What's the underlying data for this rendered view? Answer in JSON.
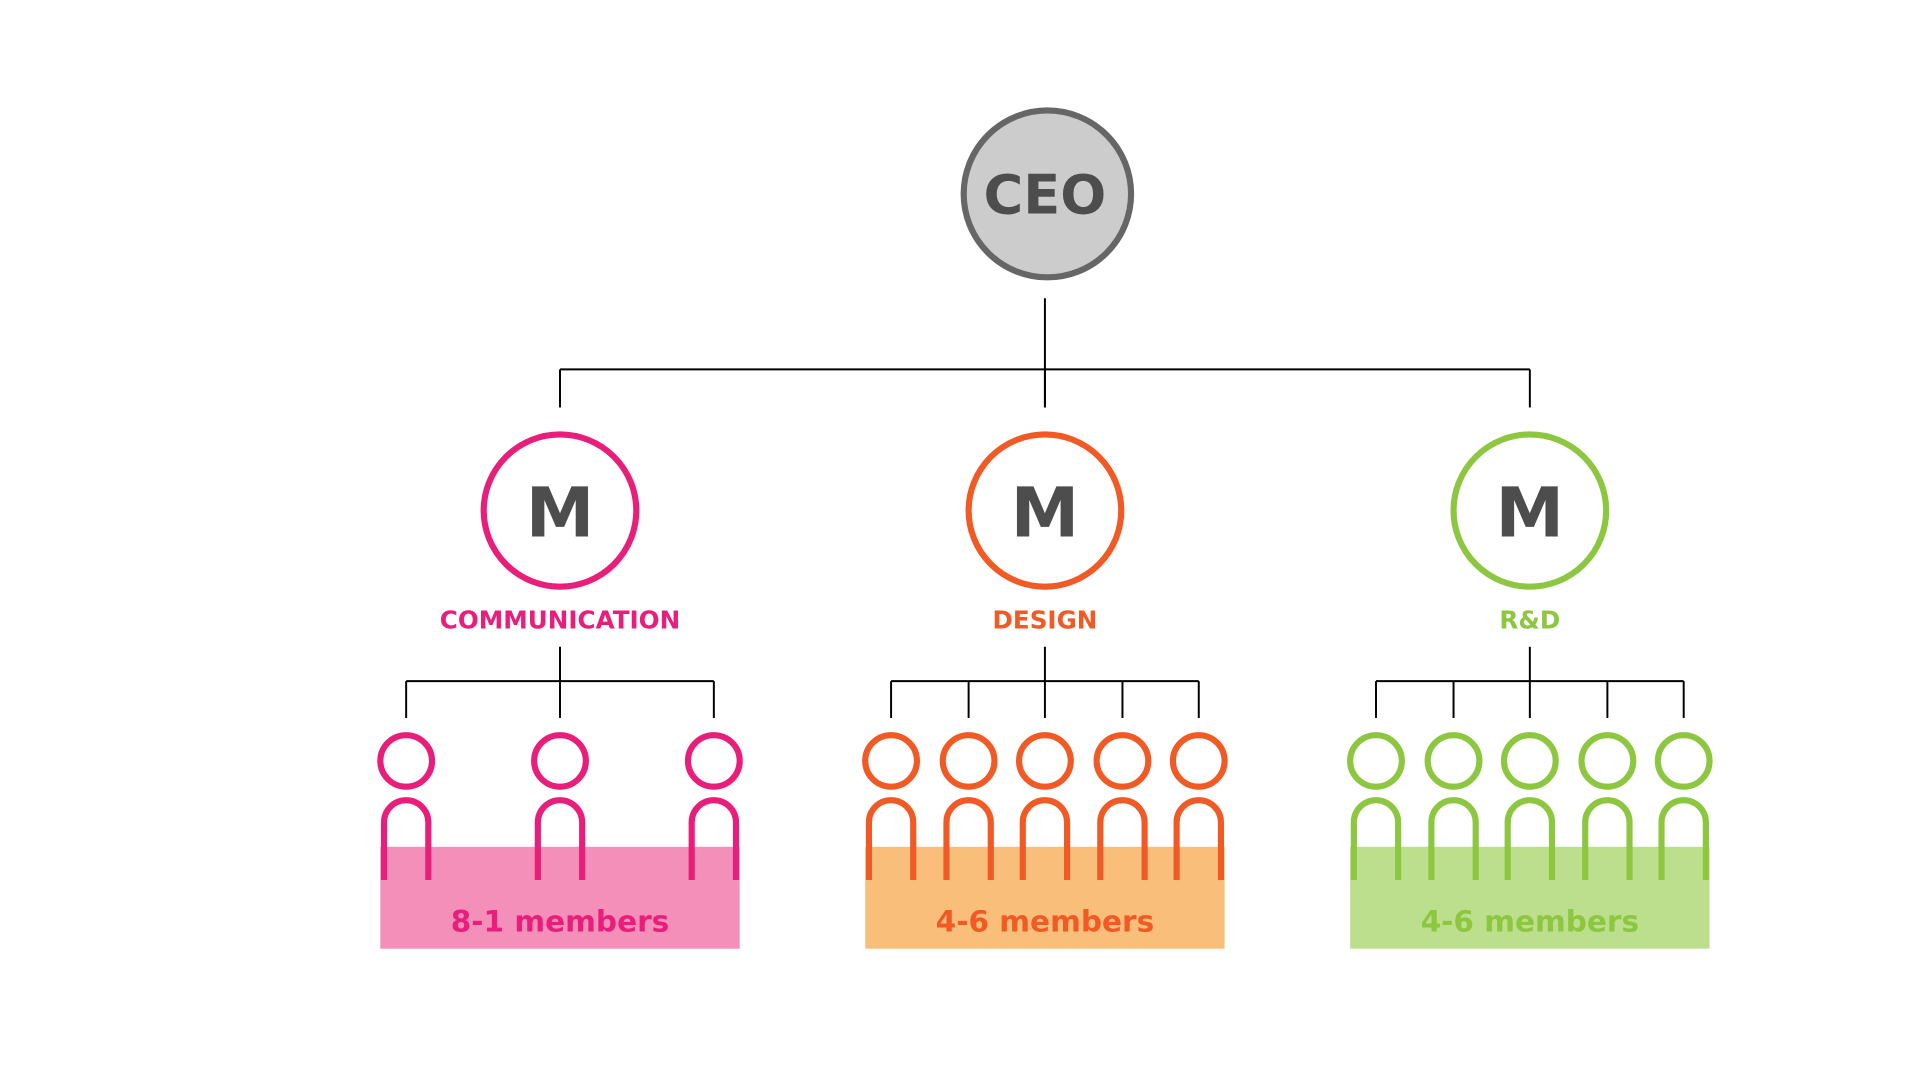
{
  "ceo": {
    "label": "CEO",
    "fill": "#cccccc",
    "stroke": "#666666",
    "text_color": "#4d4d4d"
  },
  "line_color": "#000000",
  "departments": [
    {
      "manager_label": "M",
      "name": "COMMUNICATION",
      "members_label": "8-1 members",
      "member_count": 3,
      "color": "#E91E7B",
      "box_color": "#F48FBA"
    },
    {
      "manager_label": "M",
      "name": "DESIGN",
      "members_label": "4-6 members",
      "member_count": 5,
      "color": "#F15A24",
      "box_color": "#F9BE7A"
    },
    {
      "manager_label": "M",
      "name": "R&D",
      "members_label": "4-6 members",
      "member_count": 5,
      "color": "#8DC63F",
      "box_color": "#BCDF8D"
    }
  ]
}
